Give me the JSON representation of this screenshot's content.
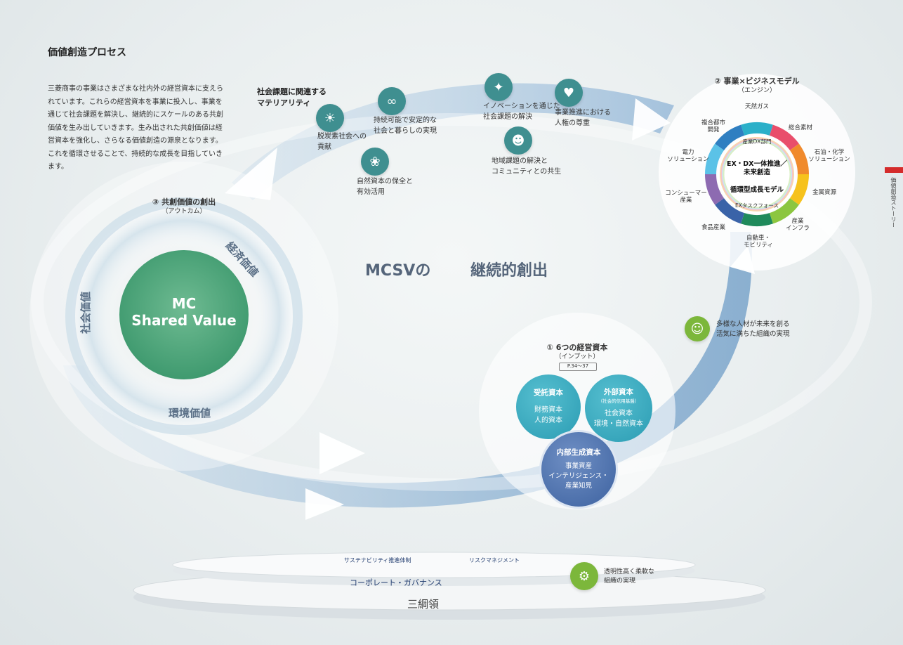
{
  "page_title": "価値創造プロセス",
  "intro_text": "三菱商事の事業はさまざまな社内外の経営資本に支えられています。これらの経営資本を事業に投入し、事業を通じて社会課題を解決し、継続的にスケールのある共創価値を生み出していきます。生み出された共創価値は経営資本を強化し、さらなる価値創造の源泉となります。これを循環させることで、持続的な成長を目指していきます。",
  "materiality": {
    "heading": "社会課題に関連する\nマテリアリティ",
    "items": [
      {
        "label": "脱炭素社会への\n貢献",
        "icon": "wind-solar-icon"
      },
      {
        "label": "持続可能で安定的な\n社会と暮らしの実現",
        "icon": "sustainable-city-icon"
      },
      {
        "label": "自然資本の保全と\n有効活用",
        "icon": "nature-icon"
      },
      {
        "label": "イノベーションを通じた\n社会課題の解決",
        "icon": "innovation-icon"
      },
      {
        "label": "地域課題の解決と\nコミュニティとの共生",
        "icon": "community-icon"
      },
      {
        "label": "事業推進における\n人権の尊重",
        "icon": "human-rights-icon"
      }
    ]
  },
  "outcome": {
    "title": "③ 共創価値の創出",
    "subtitle": "（アウトカム）",
    "center_line1": "MC",
    "center_line2": "Shared Value",
    "ring_economic": "経済価値",
    "ring_social": "社会価値",
    "ring_environment": "環境価値"
  },
  "center_label_a": "MCSVの",
  "center_label_b": "継続的創出",
  "business_model": {
    "title": "② 事業×ビジネスモデル",
    "subtitle": "（エンジン）",
    "segments": [
      "天然ガス",
      "総合素材",
      "石油・化学\nソリューション",
      "金属資源",
      "産業\nインフラ",
      "自動車・\nモビリティ",
      "食品産業",
      "コンシューマー\n産業",
      "電力\nソリューション",
      "複合都市\n開発"
    ],
    "segment_colors": [
      "#2bb0c9",
      "#e94e6b",
      "#f08a2c",
      "#f6c21c",
      "#8cc63f",
      "#1f8a5b",
      "#3a63a8",
      "#8d6bb1",
      "#5bc2e7",
      "#2f7fc1"
    ],
    "inner_top": "産業DX部門",
    "inner_main": "EX・DX一体推進／\n未来創造",
    "inner_sub": "循環型成長モデル",
    "inner_bottom": "EXタスクフォース"
  },
  "talent": {
    "label": "多様な人材が未来を創る\n活気に満ちた組織の実現",
    "icon": "people-idea-icon"
  },
  "inputs": {
    "title": "① 6つの経営資本",
    "subtitle": "（インプット）",
    "page_ref": "P.34〜37",
    "entrusted": {
      "title": "受託資本",
      "items": "財務資本\n人的資本"
    },
    "external": {
      "title": "外部資本",
      "note": "（社会的信用基盤）",
      "items": "社会資本\n環境・自然資本"
    },
    "internal": {
      "title": "内部生成資本",
      "items": "事業資産\nインテリジェンス・\n産業知見"
    }
  },
  "foundation": {
    "sustainability": "サステナビリティ推進体制",
    "risk": "リスクマネジメント",
    "governance": "コーポレート・ガバナンス",
    "principles": "三綱領",
    "org_label": "透明性高く柔軟な\n組織の実現",
    "org_icon": "network-icon"
  },
  "side_tab": "価値創造ストーリー",
  "colors": {
    "teal": "#3f8f90",
    "green_center": "#5cae84",
    "flow_blue": "#7fa9cf",
    "navy_text": "#1f3a6e",
    "red_tab": "#d42b2b"
  }
}
